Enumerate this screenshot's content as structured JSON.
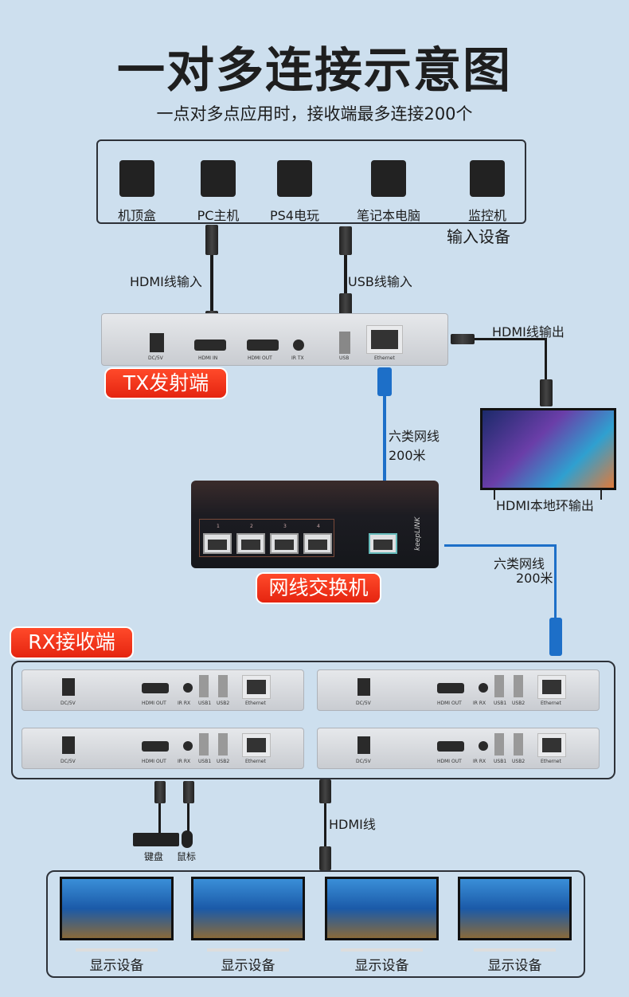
{
  "title": "一对多连接示意图",
  "subtitle": "一点对多点应用时，接收端最多连接200个",
  "input_devices": {
    "items": [
      {
        "label": "机顶盒",
        "icon": "router-icon"
      },
      {
        "label": "PC主机",
        "icon": "pc-tower-icon"
      },
      {
        "label": "PS4电玩",
        "icon": "game-console-icon"
      },
      {
        "label": "笔记本电脑",
        "icon": "laptop-icon"
      },
      {
        "label": "监控机",
        "icon": "cctv-camera-icon"
      }
    ],
    "group_label": "输入设备"
  },
  "cables": {
    "hdmi_in": "HDMI线输入",
    "usb_in": "USB线输入",
    "hdmi_out": "HDMI线输出",
    "cat6_1_line1": "六类网线",
    "cat6_1_line2": "200米",
    "cat6_2_line1": "六类网线",
    "cat6_2_line2": "200米",
    "hdmi": "HDMI线"
  },
  "tx": {
    "label": "TX发射端",
    "ports": [
      "DC/5V",
      "HDMI IN",
      "HDMI OUT",
      "IR TX",
      "USB",
      "Ethernet"
    ]
  },
  "local_loop": "HDMI本地环输出",
  "switch": {
    "label": "网线交换机",
    "brand": "keepLINK",
    "port_numbers": [
      "1",
      "2",
      "3",
      "4"
    ]
  },
  "rx": {
    "label": "RX接收端",
    "ports": [
      "DC/5V",
      "HDMI OUT",
      "IR RX",
      "USB1",
      "USB2",
      "Ethernet"
    ]
  },
  "peripherals": {
    "keyboard": "键盘",
    "mouse": "鼠标"
  },
  "displays": [
    "显示设备",
    "显示设备",
    "显示设备",
    "显示设备"
  ],
  "colors": {
    "background": "#cddfee",
    "tag_red": "#e8321a",
    "cat6_blue": "#1d6fc8"
  }
}
